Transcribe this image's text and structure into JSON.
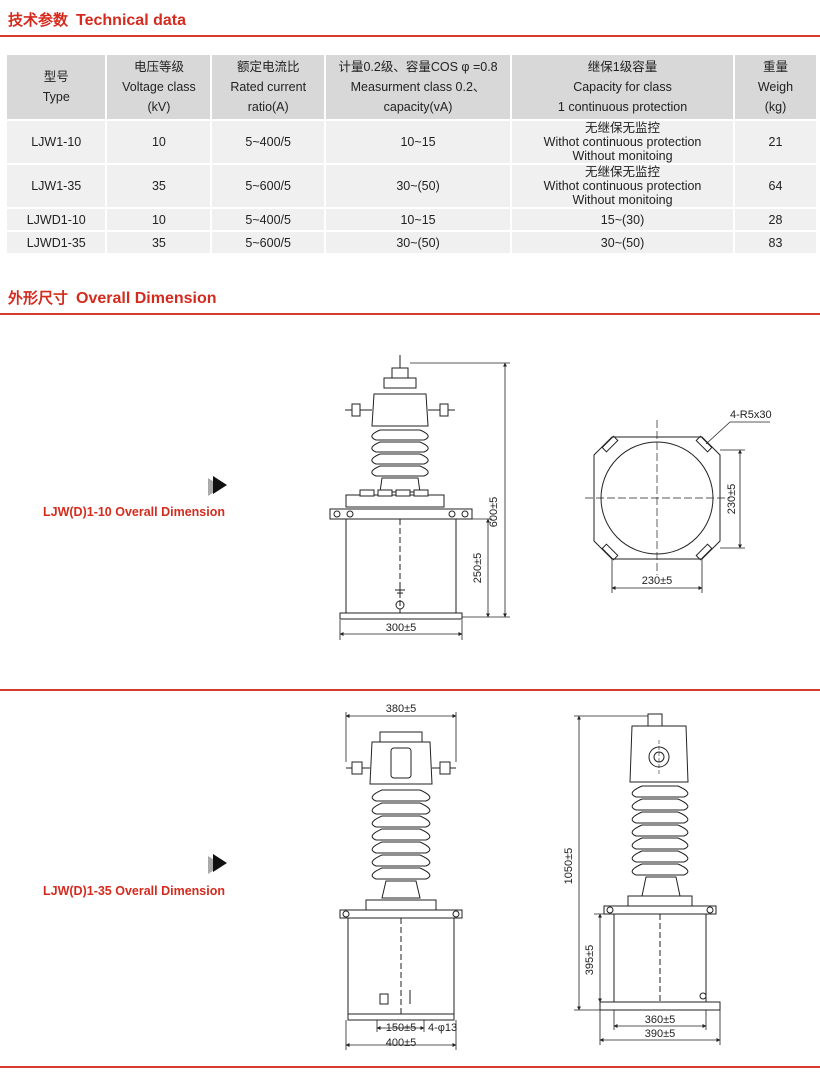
{
  "section1": {
    "title_cn": "技术参数",
    "title_en": "Technical data"
  },
  "table": {
    "headers": [
      [
        "型号",
        "Type",
        ""
      ],
      [
        "电压等级",
        "Voltage class",
        "(kV)"
      ],
      [
        "额定电流比",
        "Rated current",
        "ratio(A)"
      ],
      [
        "计量0.2级、容量COS φ =0.8",
        "Measurment class 0.2、",
        "capacity(vA)"
      ],
      [
        "继保1级容量",
        "Capacity for class",
        "1 continuous protection"
      ],
      [
        "重量",
        "Weigh",
        "(kg)"
      ]
    ],
    "rows": [
      {
        "type": "LJW1-10",
        "voltage": "10",
        "ratio": "5~400/5",
        "capacity": "10~15",
        "protection": [
          "无继保无监控",
          "Withot continuous protection",
          "Without monitoing"
        ],
        "weight": "21"
      },
      {
        "type": "LJW1-35",
        "voltage": "35",
        "ratio": "5~600/5",
        "capacity": "30~(50)",
        "protection": [
          "无继保无监控",
          "Withot continuous protection",
          "Without monitoing"
        ],
        "weight": "64"
      },
      {
        "type": "LJWD1-10",
        "voltage": "10",
        "ratio": "5~400/5",
        "capacity": "10~15",
        "protection": [
          "15~(30)"
        ],
        "weight": "28"
      },
      {
        "type": "LJWD1-35",
        "voltage": "35",
        "ratio": "5~600/5",
        "capacity": "30~(50)",
        "protection": [
          "30~(50)"
        ],
        "weight": "83"
      }
    ]
  },
  "section2": {
    "title_cn": "外形尺寸",
    "title_en": "Overall Dimension"
  },
  "drawing1": {
    "label": "LJW(D)1-10 Overall Dimension",
    "dims": {
      "height": "600±5",
      "lower": "250±5",
      "base": "300±5",
      "slot": "4-R5x30",
      "plan_w": "230±5",
      "plan_h": "230±5"
    }
  },
  "drawing2": {
    "label": "LJW(D)1-35 Overall Dimension",
    "dims": {
      "top": "380±5",
      "mount": "150±5",
      "holes": "4-φ13",
      "base": "400±5",
      "height": "1050±5",
      "lower": "395±5",
      "side_w1": "360±5",
      "side_w2": "390±5"
    }
  }
}
